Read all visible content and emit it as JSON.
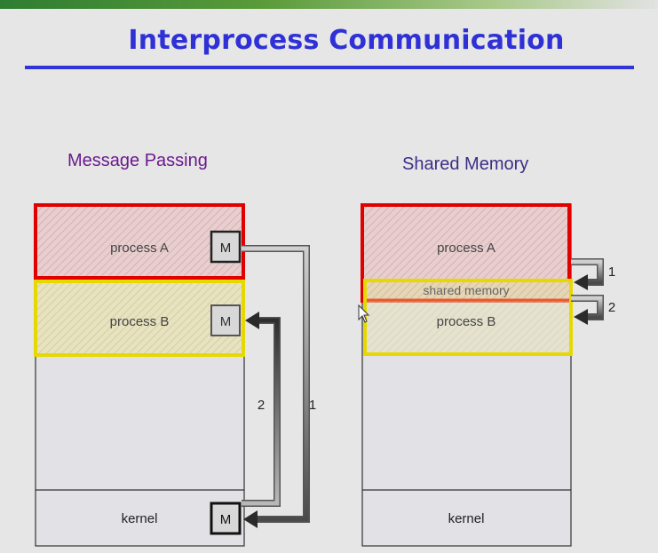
{
  "title": "Interprocess Communication",
  "message_passing": {
    "heading": "Message Passing",
    "process_a": "process A",
    "process_b": "process B",
    "kernel": "kernel",
    "mailbox": "M",
    "arrow_1": "1",
    "arrow_2": "2"
  },
  "shared_memory": {
    "heading": "Shared Memory",
    "process_a": "process A",
    "shared_memory": "shared memory",
    "process_b": "process B",
    "kernel": "kernel",
    "arrow_1": "1",
    "arrow_2": "2"
  },
  "colors": {
    "title": "#2f31d6",
    "process_a_border": "#e00000",
    "process_b_border": "#e6d800",
    "process_a_fill": "#e8c8c8",
    "process_b_fill": "#e6e0b8"
  }
}
